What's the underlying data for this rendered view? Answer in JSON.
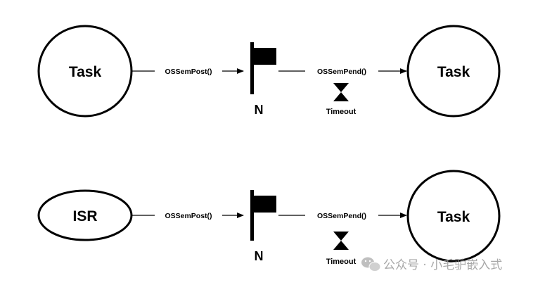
{
  "rows": [
    {
      "source": "Task",
      "post": "OSSemPost()",
      "count": "N",
      "pend": "OSSemPend()",
      "timeout": "Timeout",
      "target": "Task"
    },
    {
      "source": "ISR",
      "post": "OSSemPost()",
      "count": "N",
      "pend": "OSSemPend()",
      "timeout": "Timeout",
      "target": "Task"
    }
  ],
  "watermark": {
    "text": "公众号 · 小毛驴嵌入式",
    "icon": "wechat-icon"
  }
}
